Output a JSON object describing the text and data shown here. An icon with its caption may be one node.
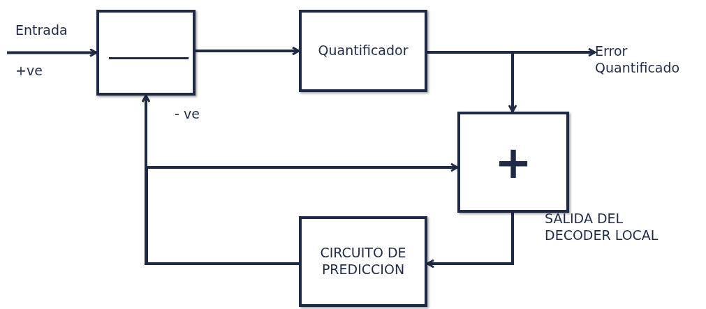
{
  "diagram": {
    "nodes": [
      {
        "text": [],
        "shape": "box"
      },
      {
        "text": [
          "Quantificador"
        ]
      },
      {
        "text": [
          "+"
        ]
      },
      {
        "text": [
          "CIRCUITO DE PREDICCION"
        ]
      },
      {
        "text": [
          "Error Quantificado"
        ]
      }
    ],
    "edges": [
      {
        "from": null,
        "to": 0,
        "arrow": "to"
      },
      {
        "from": 0,
        "to": 1,
        "arrow": "to"
      },
      {
        "from": 1,
        "to": 4,
        "arrow": "to"
      },
      {
        "from": 1,
        "to": 2,
        "arrow": "to"
      },
      {
        "from": 3,
        "to": 0,
        "arrow": "to"
      },
      {
        "from": 3,
        "to": 2,
        "arrow": "to"
      },
      {
        "from": 2,
        "to": 3,
        "arrow": "to"
      }
    ],
    "labels": [
      "Entrada",
      "+ve",
      "- ve",
      "SALIDA DEL DECODER LOCAL"
    ]
  }
}
